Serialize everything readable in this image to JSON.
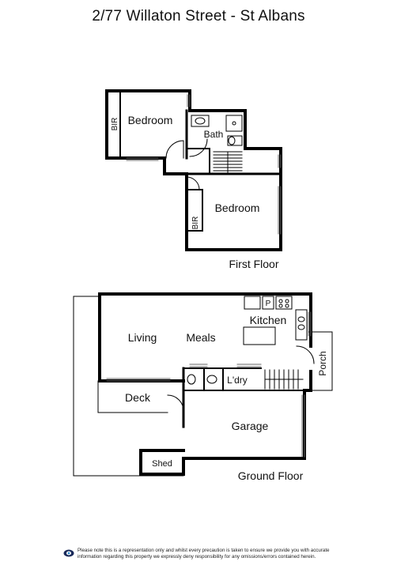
{
  "title": "2/77 Willaton Street - St Albans",
  "first_floor": {
    "caption": "First Floor",
    "rooms": {
      "bedroom1": "Bedroom",
      "bir1": "BIR",
      "bath": "Bath",
      "bedroom2": "Bedroom",
      "bir2": "BIR"
    }
  },
  "ground_floor": {
    "caption": "Ground Floor",
    "rooms": {
      "living": "Living",
      "meals": "Meals",
      "kitchen": "Kitchen",
      "pantry": "P",
      "laundry": "L'dry",
      "porch": "Porch",
      "deck": "Deck",
      "garage": "Garage",
      "shed": "Shed"
    }
  },
  "disclaimer": "Please note this is a representation only and whilst every precaution is taken to ensure we provide you with accurate information regarding this property we expressly deny responsibility for any omissions/errors contained herein."
}
